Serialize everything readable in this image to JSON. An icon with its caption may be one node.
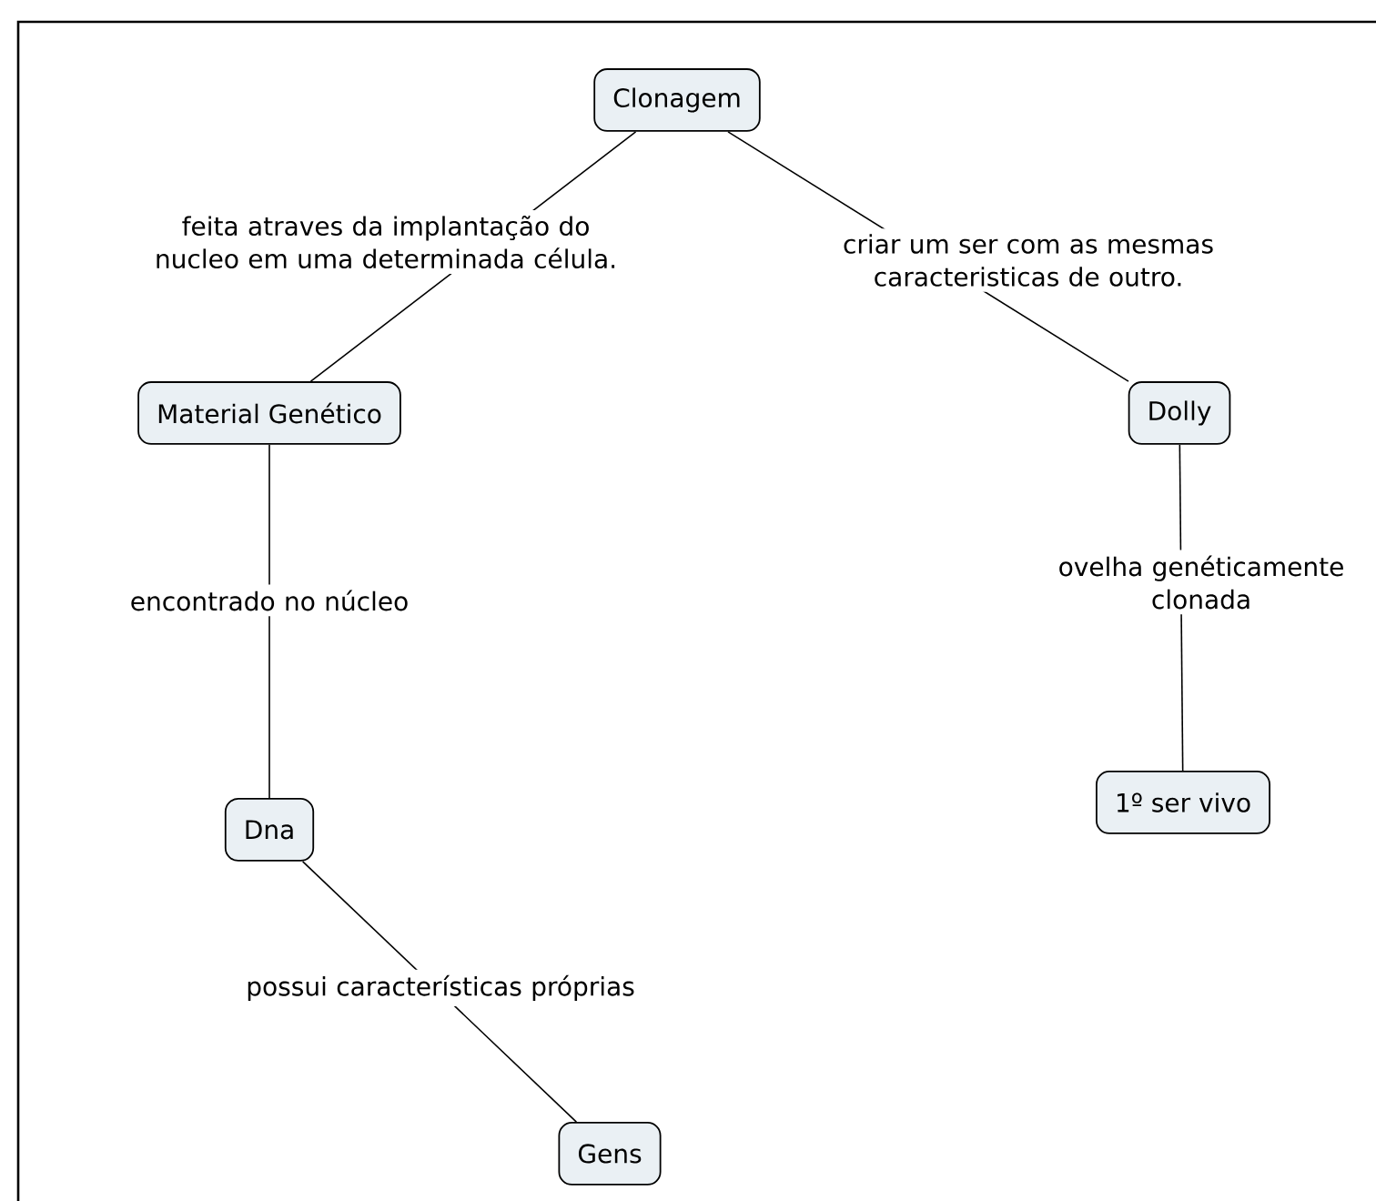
{
  "diagram": {
    "nodes": [
      {
        "text": [
          "Clonagem"
        ]
      },
      {
        "text": [
          "Material Genético"
        ]
      },
      {
        "text": [
          "Dolly"
        ]
      },
      {
        "text": [
          "Dna"
        ]
      },
      {
        "text": [
          "1º ser vivo"
        ]
      },
      {
        "text": [
          "Gens"
        ]
      }
    ],
    "edges": [
      {
        "from": 0,
        "to": 1,
        "arrow": "none",
        "label": "feita atraves da implantação do nucleo em uma determinada célula."
      },
      {
        "from": 0,
        "to": 2,
        "arrow": "none",
        "label": "criar um ser com as mesmas caracteristicas de outro."
      },
      {
        "from": 1,
        "to": 3,
        "arrow": "none",
        "label": "encontrado no núcleo"
      },
      {
        "from": 2,
        "to": 4,
        "arrow": "none",
        "label": "ovelha genéticamente clonada"
      },
      {
        "from": 3,
        "to": 5,
        "arrow": "none",
        "label": "possui características próprias"
      }
    ]
  }
}
